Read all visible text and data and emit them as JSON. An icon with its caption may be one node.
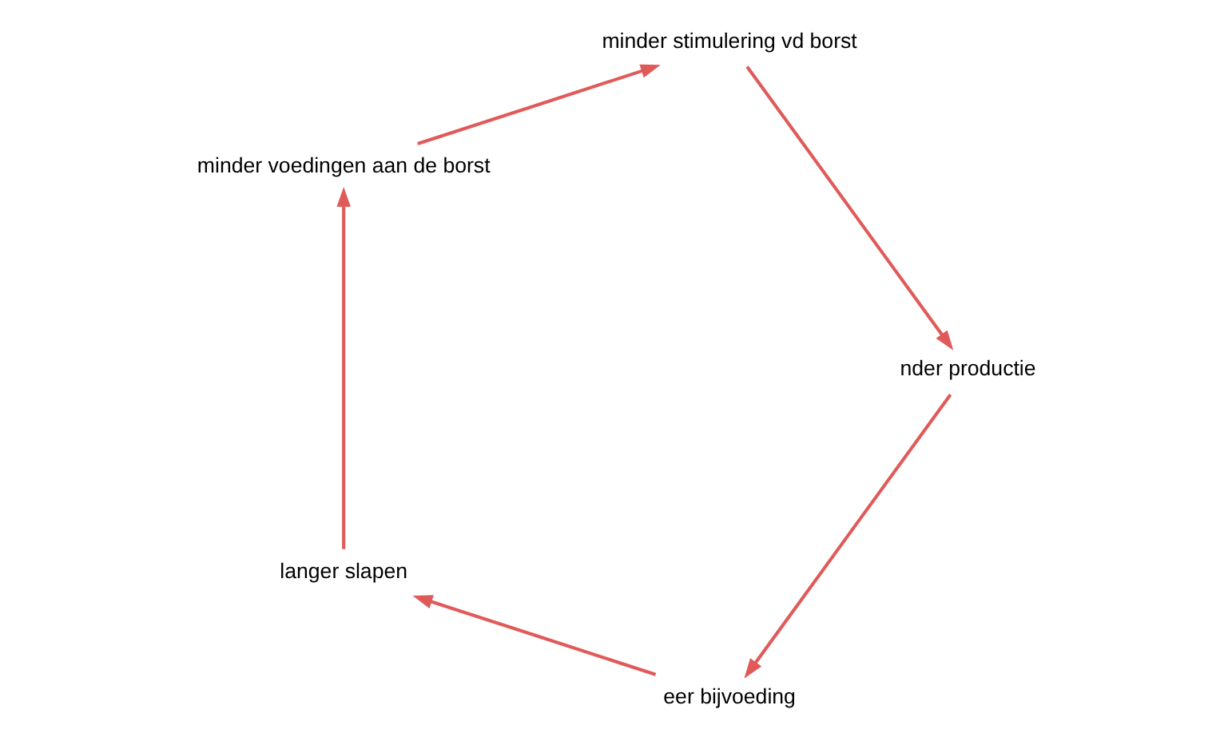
{
  "diagram": {
    "nodes": [
      {
        "text": [
          "eer bijvoeding"
        ]
      },
      {
        "text": [
          "langer slapen"
        ]
      },
      {
        "text": [
          "minder voedingen aan de borst"
        ]
      },
      {
        "text": [
          "minder stimulering vd borst"
        ]
      },
      {
        "text": [
          "nder productie"
        ]
      }
    ],
    "edges": [
      {
        "from": 0,
        "to": 1,
        "arrow": "to",
        "color": "#e05a5a"
      },
      {
        "from": 1,
        "to": 2,
        "arrow": "to",
        "color": "#e05a5a"
      },
      {
        "from": 2,
        "to": 3,
        "arrow": "to",
        "color": "#e05a5a"
      },
      {
        "from": 3,
        "to": 4,
        "arrow": "to",
        "color": "#e05a5a"
      },
      {
        "from": 4,
        "to": 0,
        "arrow": "to",
        "color": "#e05a5a"
      }
    ]
  }
}
